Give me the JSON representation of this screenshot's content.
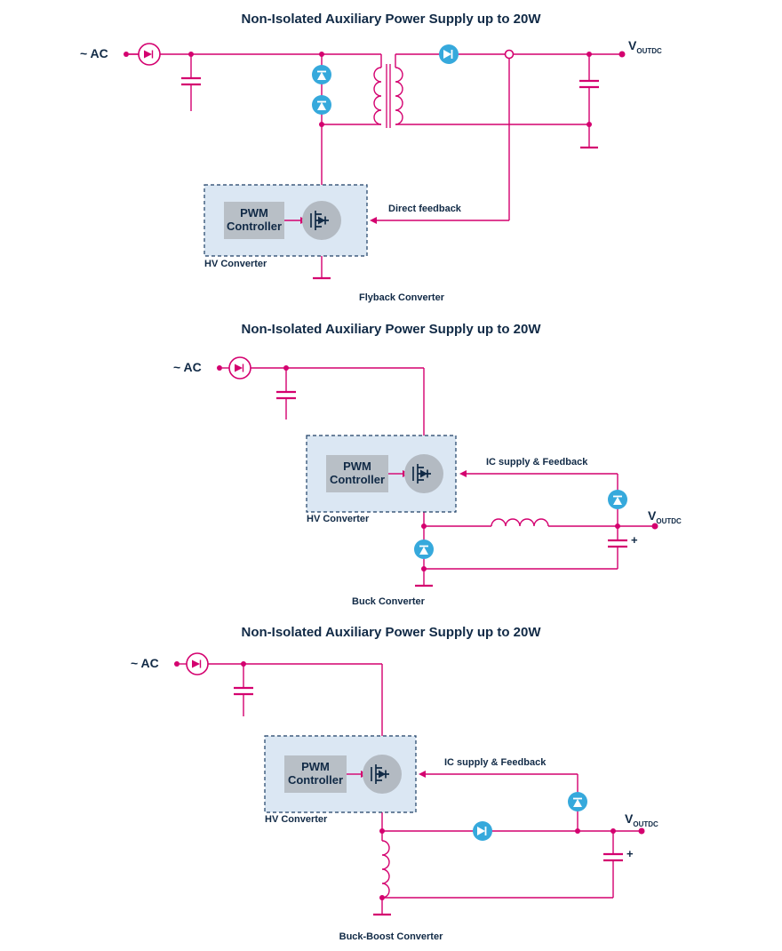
{
  "colors": {
    "wire_magenta": "#d4006f",
    "accent_blue": "#36a9dc",
    "text_navy": "#112a46",
    "controller_box_fill": "#dbe7f3",
    "pwm_box_gray": "#b8bfc6",
    "mosfet_gray": "#b3bac2"
  },
  "sections": [
    {
      "title": "Non-Isolated Auxiliary Power Supply up to 20W",
      "ac_label": "~ AC",
      "vout_main": "V",
      "vout_sub": "OUTDC",
      "pwm_label": "PWM Controller",
      "hv_label": "HV Converter",
      "feedback_label": "Direct feedback",
      "caption": "Flyback Converter"
    },
    {
      "title": "Non-Isolated Auxiliary Power Supply up to 20W",
      "ac_label": "~ AC",
      "vout_main": "V",
      "vout_sub": "OUTDC",
      "pwm_label": "PWM Controller",
      "hv_label": "HV Converter",
      "feedback_label": "IC supply & Feedback",
      "plus_label": "+",
      "caption": "Buck Converter"
    },
    {
      "title": "Non-Isolated Auxiliary Power Supply up to 20W",
      "ac_label": "~ AC",
      "vout_main": "V",
      "vout_sub": "OUTDC",
      "pwm_label": "PWM Controller",
      "hv_label": "HV Converter",
      "feedback_label": "IC supply & Feedback",
      "plus_label": "+",
      "caption": "Buck-Boost Converter"
    }
  ]
}
